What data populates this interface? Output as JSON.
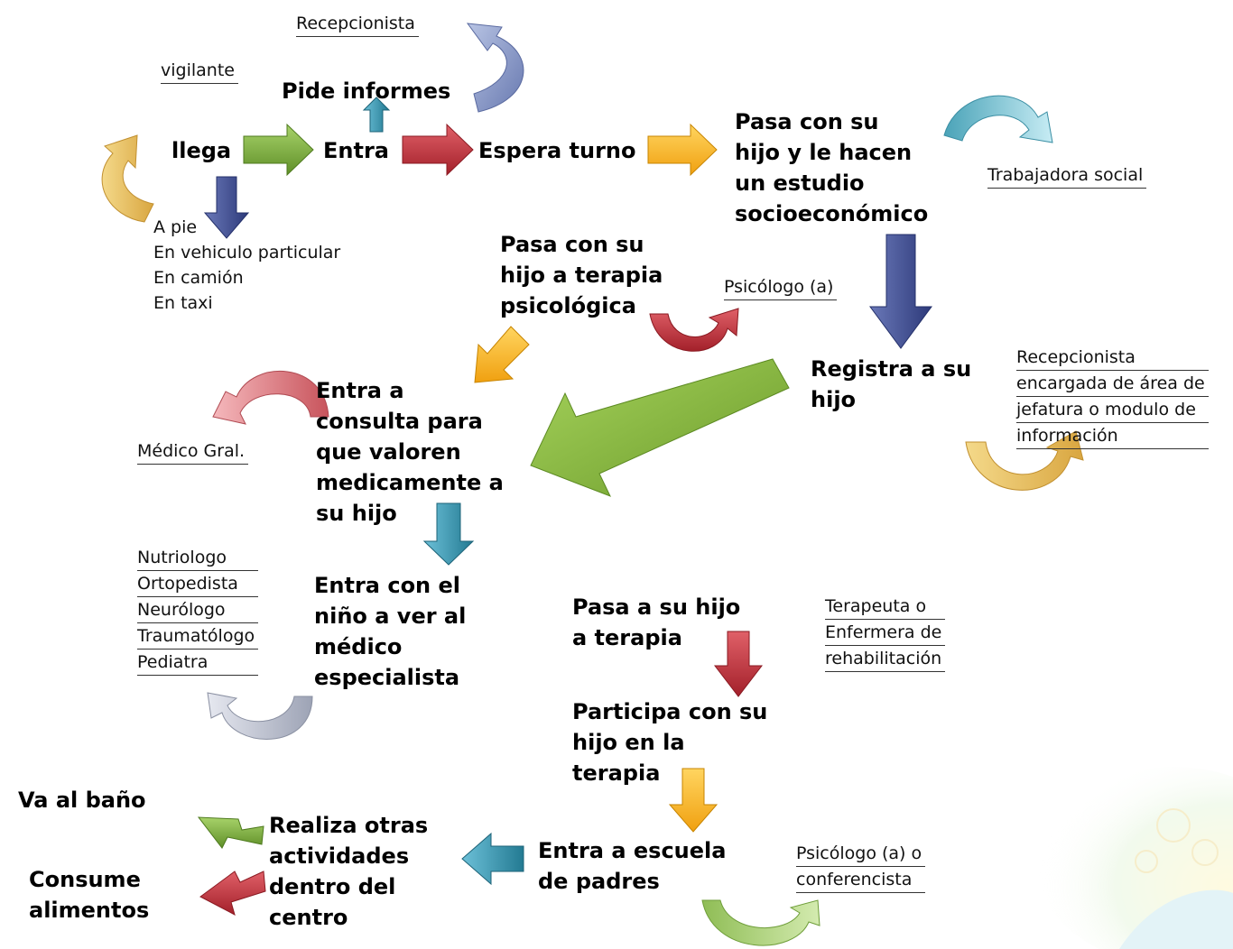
{
  "colors": {
    "green": "#7aa53a",
    "red": "#c0343a",
    "blue": "#3f4f96",
    "teal": "#2f8fa8",
    "yellow": "#f5b41e",
    "lavender": "#7d8fc2",
    "cream": "#e9c15f",
    "pink": "#d9797f",
    "grey": "#b8bdc9"
  },
  "steps": {
    "llega": "llega",
    "entra": "Entra",
    "pide_informes": "Pide informes",
    "espera_turno": "Espera turno",
    "estudio": [
      "Pasa con su",
      "hijo y le hacen",
      "un estudio",
      "socioeconómico"
    ],
    "terapia_psico": [
      "Pasa con su",
      "hijo a terapia",
      "psicológica"
    ],
    "registra": [
      "Registra a su",
      "hijo"
    ],
    "consulta": [
      "Entra a",
      "consulta para",
      "que valoren",
      "medicamente a",
      "su hijo"
    ],
    "especialista": [
      "Entra con el",
      "niño a ver al",
      "médico",
      "especialista"
    ],
    "pasa_terapia": [
      "Pasa a su hijo",
      "a terapia"
    ],
    "participa": [
      "Participa con su",
      "hijo en la",
      "terapia"
    ],
    "escuela": [
      "Entra a escuela",
      "de padres"
    ],
    "actividades": [
      "Realiza otras",
      "actividades",
      "dentro del",
      "centro"
    ],
    "bano": "Va al baño",
    "alimentos": [
      "Consume",
      "alimentos"
    ]
  },
  "roles": {
    "recepcionista": "Recepcionista",
    "vigilante": "vigilante",
    "trabajadora": "Trabajadora social",
    "psicologo": "Psicólogo (a)",
    "recepcionista_jefatura": [
      "Recepcionista",
      "encargada de área de",
      "jefatura o modulo de",
      "información"
    ],
    "medico_gral": "Médico Gral.",
    "especialistas": [
      "Nutriologo",
      "Ortopedista",
      "Neurólogo",
      "Traumatólogo",
      "Pediatra"
    ],
    "terapeuta": [
      "Terapeuta o",
      "Enfermera de",
      "rehabilitación"
    ],
    "conferencista": [
      "Psicólogo (a) o",
      "conferencista"
    ]
  },
  "transport": [
    "A pie",
    "En vehiculo particular",
    "En camión",
    "En taxi"
  ]
}
